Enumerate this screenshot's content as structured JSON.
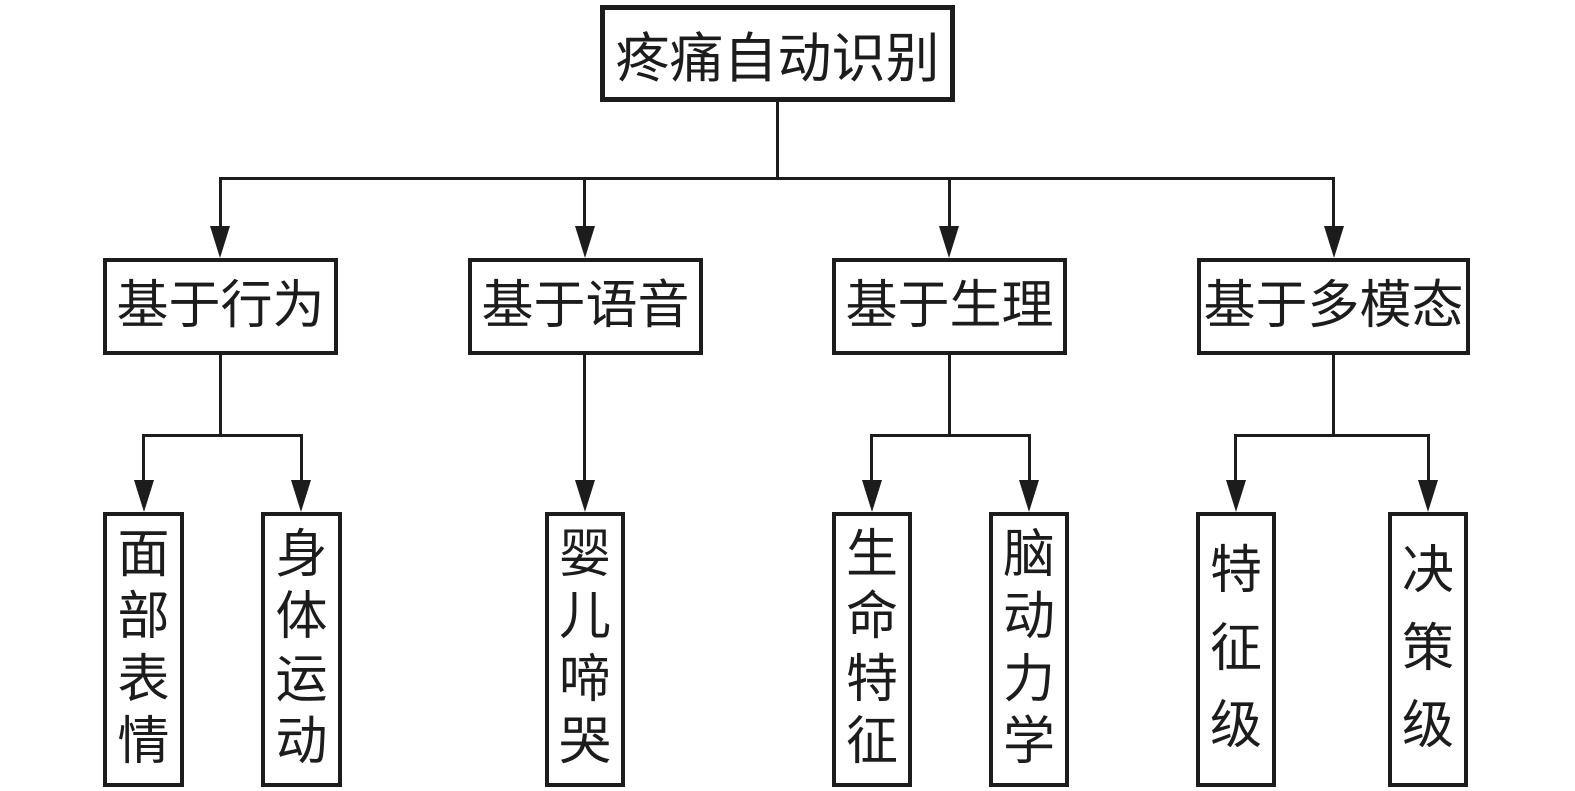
{
  "diagram": {
    "root": {
      "label": "疼痛自动识别"
    },
    "branches": [
      {
        "label": "基于行为",
        "children": [
          {
            "label": "面部表情"
          },
          {
            "label": "身体运动"
          }
        ]
      },
      {
        "label": "基于语音",
        "children": [
          {
            "label": "婴儿啼哭"
          }
        ]
      },
      {
        "label": "基于生理",
        "children": [
          {
            "label": "生命特征"
          },
          {
            "label": "脑动力学"
          }
        ]
      },
      {
        "label": "基于多模态",
        "children": [
          {
            "label": "特征级"
          },
          {
            "label": "决策级"
          }
        ]
      }
    ],
    "colors": {
      "ink": "#1c1c1c",
      "background": "#ffffff"
    }
  }
}
